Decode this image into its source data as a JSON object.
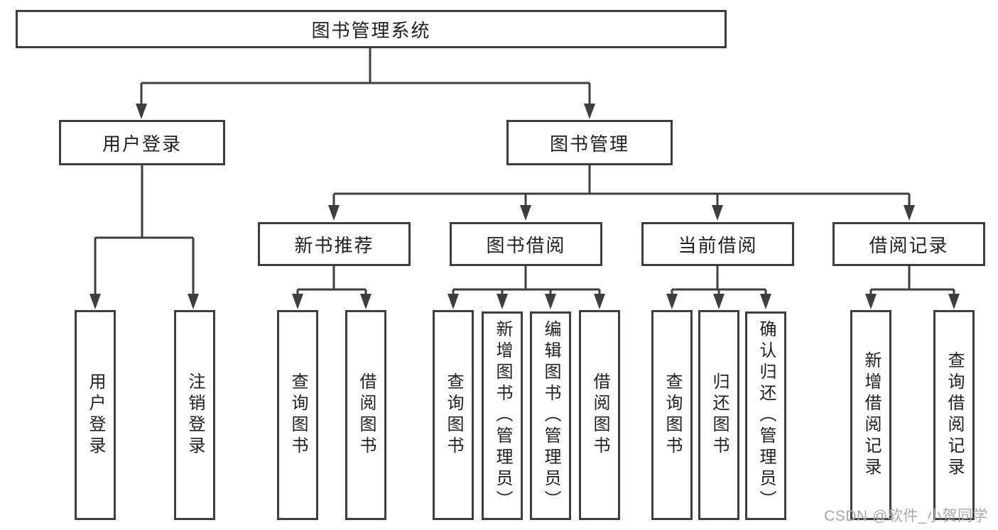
{
  "diagram": {
    "root": "图书管理系统",
    "level2": {
      "user_login": "用户登录",
      "book_management": "图书管理"
    },
    "level3": {
      "new_book_recommend": "新书推荐",
      "book_borrow": "图书借阅",
      "current_borrow": "当前借阅",
      "borrow_records": "借阅记录"
    },
    "leaves": {
      "user_login": [
        "用户登录",
        "注销登录"
      ],
      "new_book_recommend": [
        "查询图书",
        "借阅图书"
      ],
      "book_borrow": [
        "查询图书",
        "新增图书（管理员）",
        "编辑图书（管理员）",
        "借阅图书"
      ],
      "current_borrow": [
        "查询图书",
        "归还图书",
        "确认归还（管理员）"
      ],
      "borrow_records": [
        "新增借阅记录",
        "查询借阅记录"
      ]
    },
    "watermark": "CSDN @软件_小贺同学",
    "colors": {
      "line": "#3e3e3e",
      "text": "#1f1f1f",
      "watermark": "#a8a8a8",
      "background": "#ffffff"
    }
  }
}
